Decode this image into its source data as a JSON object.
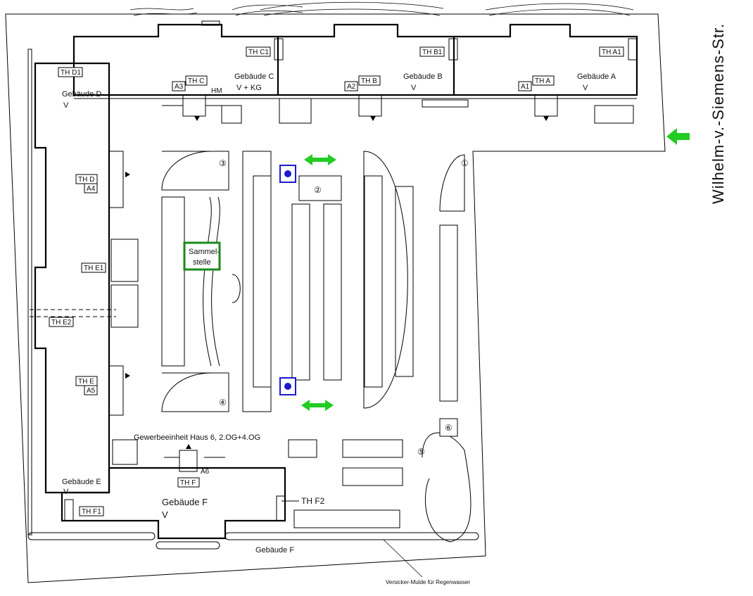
{
  "street_name": "Wilhelm-v.-Siemens-Str.",
  "buildings": {
    "c": {
      "name": "Gebäude C",
      "code": "V + KG"
    },
    "b": {
      "name": "Gebäude B",
      "code": "V"
    },
    "a": {
      "name": "Gebäude A",
      "code": "V"
    },
    "d": {
      "name": "Gebäude D",
      "code": "V"
    },
    "e": {
      "name": "Gebäude E",
      "code": "V"
    },
    "f": {
      "name": "Gebäude F",
      "code": "V"
    },
    "f_bottom": "Gebäude F"
  },
  "stair_labels": {
    "th_c1": "TH C1",
    "th_b1": "TH B1",
    "th_a1": "TH A1",
    "th_d1": "TH D1",
    "th_c": "TH C",
    "th_b": "TH B",
    "th_a": "TH A",
    "a3": "A3",
    "a2": "A2",
    "a1": "A1",
    "hm": "HM",
    "th_d": "TH D",
    "a4": "A4",
    "th_e1": "TH E1",
    "th_e2": "TH E2",
    "th_e": "TH E",
    "a5": "A5",
    "a6": "A6",
    "th_f": "TH F",
    "th_f1": "TH F1",
    "th_f2": "TH F2"
  },
  "assembly_point": {
    "line1": "Sammel-",
    "line2": "stelle",
    "color": "#1a8a1a"
  },
  "commercial_unit": "Gewerbeeinheit Haus 6, 2.OG+4.OG",
  "swale_note": "Versicker-Mulde für Regenwasser",
  "zone_numbers": [
    "①",
    "②",
    "③",
    "④",
    "⑤",
    "⑥"
  ],
  "colors": {
    "arrow": "#22cc22",
    "marker": "#1a1acc",
    "accent_red": "#cc2222"
  },
  "icons": {
    "entry_arrow": "arrow-left-icon",
    "flow_arrow": "double-arrow-icon",
    "marker": "location-marker-icon"
  }
}
